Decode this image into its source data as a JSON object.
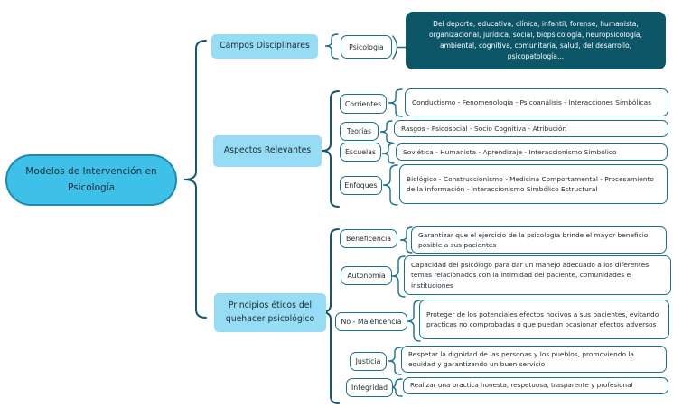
{
  "colors": {
    "root-bg": "#3ec1e8",
    "root-border": "#1e8ab2",
    "branch-bg": "#97dcf5",
    "deep": "#0d5668",
    "line": "#17718f",
    "line-dark": "#165673",
    "text": "#1d2a33"
  },
  "root": {
    "label": "Modelos de Intervención en Psicología"
  },
  "campos": {
    "label": "Campos Disciplinares",
    "node": "Psicología",
    "description": "Del deporte, educativa, clínica, infantil, forense, humanista, organizacional, jurídica, social, biopsicología, neuropsicología, ambiental, cognitiva, comunitaria, salud, del desarrollo, psicopatología..."
  },
  "aspectos": {
    "label": "Aspectos Relevantes",
    "items": [
      {
        "label": "Corrientes",
        "description": "Conductismo - Fenomenología - Psicoanálisis - Interacciones Simbólicas"
      },
      {
        "label": "Teorías",
        "description": "Rasgos - Psicosocial - Socio Cognitiva - Atribución"
      },
      {
        "label": "Escuelas",
        "description": "Soviética - Humanista - Aprendizaje - Interaccionismo Simbólico"
      },
      {
        "label": "Enfoques",
        "description": "Biológico - Construccionismo - Medicina Comportamental - Procesamiento de la información - interaccionismo Simbólico Estructural"
      }
    ]
  },
  "principios": {
    "label": "Principios éticos del quehacer psicológico",
    "items": [
      {
        "label": "Beneficencia",
        "description": "Garantizar que el ejercicio de la psicología brinde el mayor beneficio posible a sus pacientes"
      },
      {
        "label": "Autonomía",
        "description": "Capacidad del psicólogo para dar un manejo adecuado a los diferentes temas relacionados con la intimidad del paciente, comunidades e instituciones"
      },
      {
        "label": "No - Maleficencia",
        "description": "Proteger de los potenciales efectos nocivos a sus pacientes, evitando practicas no comprobadas o que puedan ocasionar efectos adversos"
      },
      {
        "label": "Justicia",
        "description": "Respetar la dignidad de las personas y los pueblos, promoviendo la equidad y garantizando un buen servicio"
      },
      {
        "label": "Integridad",
        "description": "Realizar una practica honesta, respetuosa, trasparente y profesional"
      }
    ]
  }
}
